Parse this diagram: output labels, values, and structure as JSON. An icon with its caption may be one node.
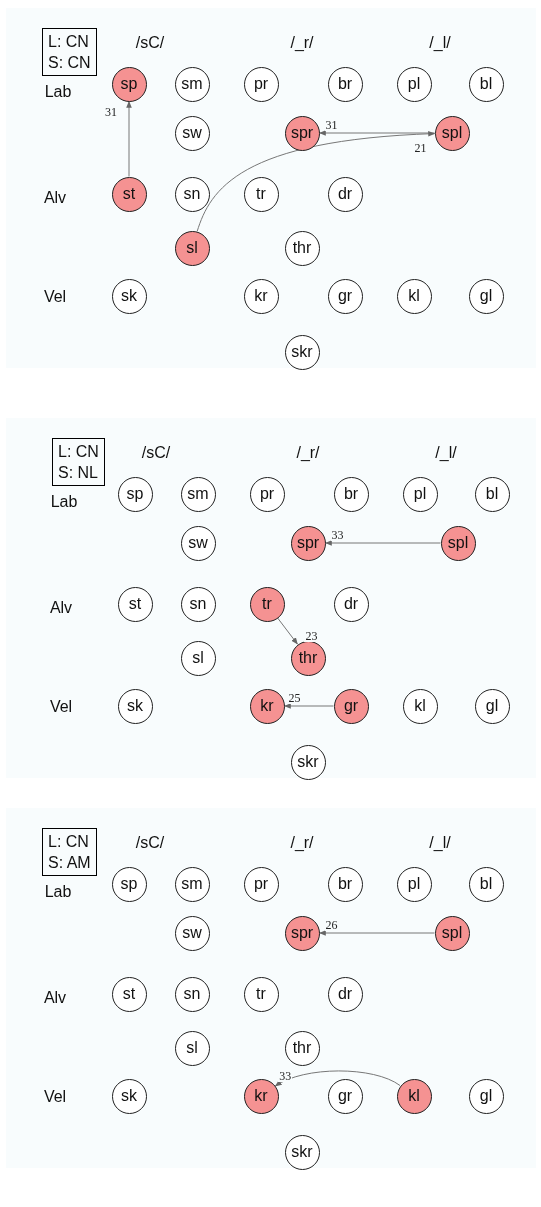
{
  "diagram": {
    "nodes": [
      {
        "text": [
          "L: CN",
          "S: CN"
        ]
      },
      {
        "text": [
          "sp"
        ]
      },
      {
        "text": [
          "sm"
        ]
      },
      {
        "text": [
          "pr"
        ]
      },
      {
        "text": [
          "br"
        ]
      },
      {
        "text": [
          "pl"
        ]
      },
      {
        "text": [
          "bl"
        ]
      },
      {
        "text": [
          "sw"
        ]
      },
      {
        "text": [
          "spr"
        ]
      },
      {
        "text": [
          "spl"
        ]
      },
      {
        "text": [
          "st"
        ]
      },
      {
        "text": [
          "sn"
        ]
      },
      {
        "text": [
          "tr"
        ]
      },
      {
        "text": [
          "dr"
        ]
      },
      {
        "text": [
          "sl"
        ]
      },
      {
        "text": [
          "thr"
        ]
      },
      {
        "text": [
          "sk"
        ]
      },
      {
        "text": [
          "kr"
        ]
      },
      {
        "text": [
          "gr"
        ]
      },
      {
        "text": [
          "kl"
        ]
      },
      {
        "text": [
          "gl"
        ]
      },
      {
        "text": [
          "skr"
        ]
      },
      {
        "text": [
          "L: CN",
          "S: NL"
        ]
      },
      {
        "text": [
          "sp"
        ]
      },
      {
        "text": [
          "sm"
        ]
      },
      {
        "text": [
          "pr"
        ]
      },
      {
        "text": [
          "br"
        ]
      },
      {
        "text": [
          "pl"
        ]
      },
      {
        "text": [
          "bl"
        ]
      },
      {
        "text": [
          "sw"
        ]
      },
      {
        "text": [
          "spr"
        ]
      },
      {
        "text": [
          "spl"
        ]
      },
      {
        "text": [
          "st"
        ]
      },
      {
        "text": [
          "sn"
        ]
      },
      {
        "text": [
          "tr"
        ]
      },
      {
        "text": [
          "dr"
        ]
      },
      {
        "text": [
          "sl"
        ]
      },
      {
        "text": [
          "thr"
        ]
      },
      {
        "text": [
          "sk"
        ]
      },
      {
        "text": [
          "kr"
        ]
      },
      {
        "text": [
          "gr"
        ]
      },
      {
        "text": [
          "kl"
        ]
      },
      {
        "text": [
          "gl"
        ]
      },
      {
        "text": [
          "skr"
        ]
      },
      {
        "text": [
          "L: CN",
          "S: AM"
        ]
      },
      {
        "text": [
          "sp"
        ]
      },
      {
        "text": [
          "sm"
        ]
      },
      {
        "text": [
          "pr"
        ]
      },
      {
        "text": [
          "br"
        ]
      },
      {
        "text": [
          "pl"
        ]
      },
      {
        "text": [
          "bl"
        ]
      },
      {
        "text": [
          "sw"
        ]
      },
      {
        "text": [
          "spr"
        ]
      },
      {
        "text": [
          "spl"
        ]
      },
      {
        "text": [
          "st"
        ]
      },
      {
        "text": [
          "sn"
        ]
      },
      {
        "text": [
          "tr"
        ]
      },
      {
        "text": [
          "dr"
        ]
      },
      {
        "text": [
          "sl"
        ]
      },
      {
        "text": [
          "thr"
        ]
      },
      {
        "text": [
          "sk"
        ]
      },
      {
        "text": [
          "kr"
        ]
      },
      {
        "text": [
          "gr"
        ]
      },
      {
        "text": [
          "kl"
        ]
      },
      {
        "text": [
          "gl"
        ]
      },
      {
        "text": [
          "skr"
        ]
      }
    ],
    "edges": [
      {
        "from": 10,
        "to": 1,
        "arrow": "to",
        "label": "31"
      },
      {
        "from": 9,
        "to": 8,
        "arrow": "to",
        "label": "31"
      },
      {
        "from": 14,
        "to": 9,
        "arrow": "to",
        "label": "21"
      },
      {
        "from": 31,
        "to": 30,
        "arrow": "to",
        "label": "33"
      },
      {
        "from": 34,
        "to": 37,
        "arrow": "to",
        "label": "23"
      },
      {
        "from": 40,
        "to": 39,
        "arrow": "to",
        "label": "25"
      },
      {
        "from": 53,
        "to": 52,
        "arrow": "to",
        "label": "26"
      },
      {
        "from": 63,
        "to": 61,
        "arrow": "to",
        "label": "33"
      }
    ],
    "labels": [
      "/sC/",
      "/_r/",
      "/_l/",
      "Lab",
      "Alv",
      "Vel",
      "/sC/",
      "/_r/",
      "/_l/",
      "Lab",
      "Alv",
      "Vel",
      "/sC/",
      "/_r/",
      "/_l/",
      "Lab",
      "Alv",
      "Vel"
    ]
  }
}
